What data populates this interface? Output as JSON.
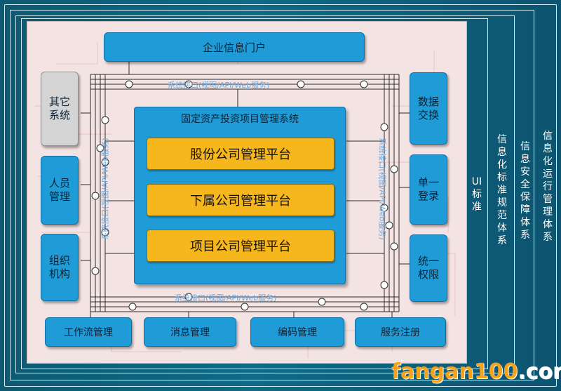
{
  "portal": "企业信息门户",
  "core": {
    "title": "固定资产投资项目管理系统",
    "platforms": [
      "股份公司管理平台",
      "下属公司管理平台",
      "项目公司管理平台"
    ]
  },
  "left_blocks": [
    "其它系统",
    "人员管理",
    "组织机构"
  ],
  "right_blocks": [
    "数据交换",
    "单一登录",
    "统一权限"
  ],
  "bottom_blocks": [
    "工作流管理",
    "消息管理",
    "编码管理",
    "服务注册"
  ],
  "interface_label": "系统接口(视图/API/Web服务)",
  "layers": [
    "UI标准",
    "信息化标准规范体系",
    "信息安全保障体系",
    "信息化运行管理体系"
  ],
  "watermark": {
    "part1": "fangan100",
    "part2": ".com"
  }
}
